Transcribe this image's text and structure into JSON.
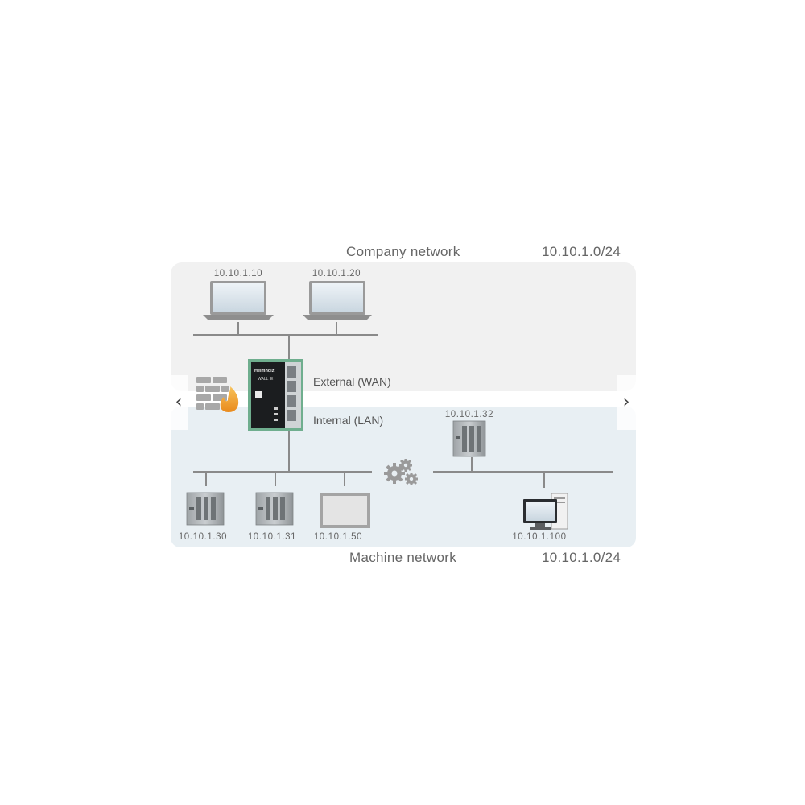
{
  "company_network": {
    "title": "Company network",
    "subnet": "10.10.1.0/24",
    "devices": [
      {
        "type": "laptop",
        "ip": "10.10.1.10"
      },
      {
        "type": "laptop",
        "ip": "10.10.1.20"
      }
    ]
  },
  "router": {
    "brand": "Helmholz",
    "model": "WALL IE",
    "external_label": "External (WAN)",
    "internal_label": "Internal (LAN)"
  },
  "machine_network": {
    "title": "Machine network",
    "subnet": "10.10.1.0/24",
    "devices": [
      {
        "type": "plc",
        "ip": "10.10.1.30"
      },
      {
        "type": "plc",
        "ip": "10.10.1.31"
      },
      {
        "type": "hmi-panel",
        "ip": "10.10.1.50"
      },
      {
        "type": "plc",
        "ip": "10.10.1.32"
      },
      {
        "type": "pc",
        "ip": "10.10.1.100"
      }
    ]
  },
  "colors": {
    "company_zone": "#f1f1f1",
    "machine_zone": "#e8eff3",
    "lines": "#8a8a8a",
    "flame": "#f2a33a"
  },
  "icons": [
    "firewall-icon",
    "gears-icon",
    "chevron-left-icon",
    "chevron-right-icon"
  ]
}
